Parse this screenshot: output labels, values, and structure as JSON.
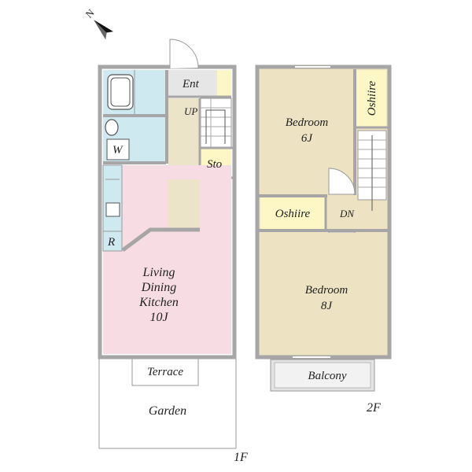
{
  "compass": {
    "label": "N",
    "icon": "north-arrow-icon"
  },
  "floors": {
    "first": {
      "label": "1F",
      "rooms": {
        "entrance": "Ent",
        "upstairs": "UP",
        "washroom": "W",
        "storage": "Sto",
        "fridge": "R",
        "ldk_line1": "Living",
        "ldk_line2": "Dining",
        "ldk_line3": "Kitchen",
        "ldk_size": "10J",
        "terrace": "Terrace",
        "garden": "Garden"
      }
    },
    "second": {
      "label": "2F",
      "rooms": {
        "bedroom_a": "Bedroom",
        "bedroom_a_size": "6J",
        "oshiire_a": "Oshiire",
        "oshiire_b": "Oshiire",
        "downstairs": "DN",
        "bedroom_b": "Bedroom",
        "bedroom_b_size": "8J",
        "balcony": "Balcony"
      }
    }
  },
  "colors": {
    "wall": "#a6a6a6",
    "wet_area": "#cfe9f1",
    "ldk": "#f7dde3",
    "bedroom": "#ede3c3",
    "closet": "#fcf7c4",
    "entrance_floor": "#e6e6e6",
    "hall": "#ece4c9",
    "balcony": "#e3e3e3"
  }
}
